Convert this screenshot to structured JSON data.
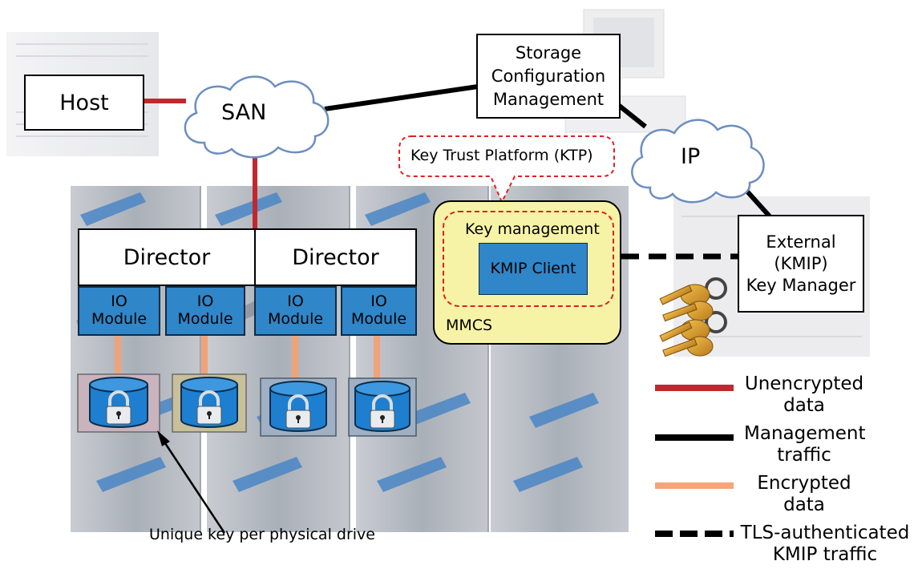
{
  "nodes": {
    "host": "Host",
    "san": "SAN",
    "storage_config": [
      "Storage",
      "Configuration",
      "Management"
    ],
    "ip": "IP",
    "ktp": "Key Trust Platform (KTP)",
    "key_management": "Key management",
    "kmip_client": "KMIP Client",
    "mmcs": "MMCS",
    "external_key_manager": [
      "External",
      "(KMIP)",
      "Key Manager"
    ],
    "directors": [
      "Director",
      "Director"
    ],
    "io_modules": [
      [
        "IO",
        "Module"
      ],
      [
        "IO",
        "Module"
      ],
      [
        "IO",
        "Module"
      ],
      [
        "IO",
        "Module"
      ]
    ]
  },
  "annotation": "Unique key per physical drive",
  "legend": [
    {
      "key": "unencrypted",
      "lines": [
        "Unencrypted",
        "data"
      ],
      "color": "#c0282d",
      "style": "solid"
    },
    {
      "key": "management",
      "lines": [
        "Management",
        "traffic"
      ],
      "color": "#000000",
      "style": "solid"
    },
    {
      "key": "encrypted",
      "lines": [
        "Encrypted",
        "data"
      ],
      "color": "#f4a57a",
      "style": "solid"
    },
    {
      "key": "tls",
      "lines": [
        "TLS-authenticated",
        "KMIP traffic"
      ],
      "color": "#000000",
      "style": "dashed"
    }
  ],
  "colors": {
    "io_module_fill": "#2f86c9",
    "mmcs_fill": "#f7f3a6",
    "cloud_fill": "#ffffff",
    "cloud_stroke": "#6c8ebf",
    "ktp_border": "#e02020",
    "drive_blue": "#1e7fd0"
  }
}
